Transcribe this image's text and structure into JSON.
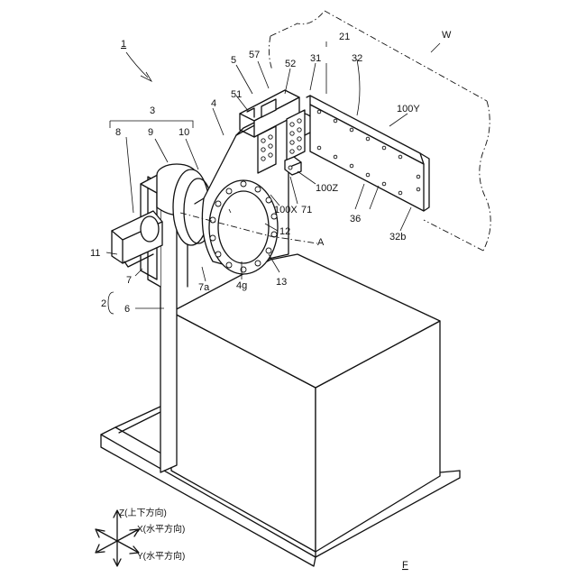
{
  "figure": {
    "reference_numerals": {
      "device": "1",
      "base": "2",
      "positioner": "3",
      "arm": "4",
      "fixture": "5",
      "stand": "6",
      "support_column": "7",
      "column_face": "7a",
      "motor": "8",
      "reducer": "9",
      "rotary_table": "10",
      "motor_base": "11",
      "flange_plate": "12",
      "bolts": "13",
      "flange_center": "4g",
      "bracket": "21",
      "clamp_unit": "31",
      "work_plate": "32",
      "work_plate_edge": "32b",
      "holes": "36",
      "block": "51",
      "block_top": "52",
      "block_cover": "57",
      "sensor": "71",
      "ref_x": "100X",
      "ref_y": "100Y",
      "ref_z": "100Z",
      "axis_a": "A",
      "workpiece": "W",
      "floor": "F"
    },
    "axes_legend": {
      "z": "Z(上下方向)",
      "x": "X(水平方向)",
      "y": "Y(水平方向)"
    }
  }
}
